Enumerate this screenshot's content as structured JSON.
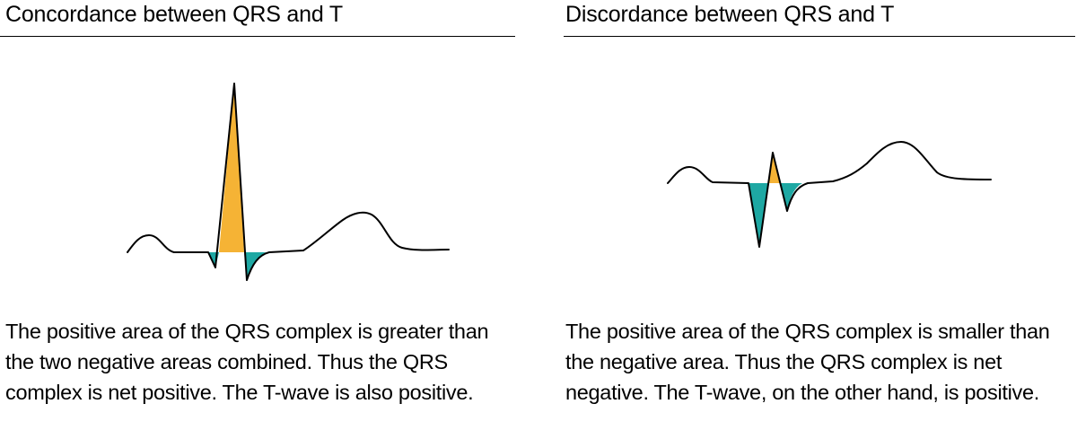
{
  "colors": {
    "positive_area": "#F5B335",
    "negative_area": "#1EA8A3",
    "trace": "#000000"
  },
  "concordance": {
    "title": "Concordance between QRS and T",
    "description": "The positive area of the QRS complex is greater than the two negative areas combined. Thus the QRS complex is net positive. The T-wave is also positive."
  },
  "discordance": {
    "title": "Discordance between QRS and T",
    "description": "The positive area of the QRS complex is smaller than the negative area. Thus the QRS complex is net negative. The T-wave, on the other hand, is positive."
  }
}
